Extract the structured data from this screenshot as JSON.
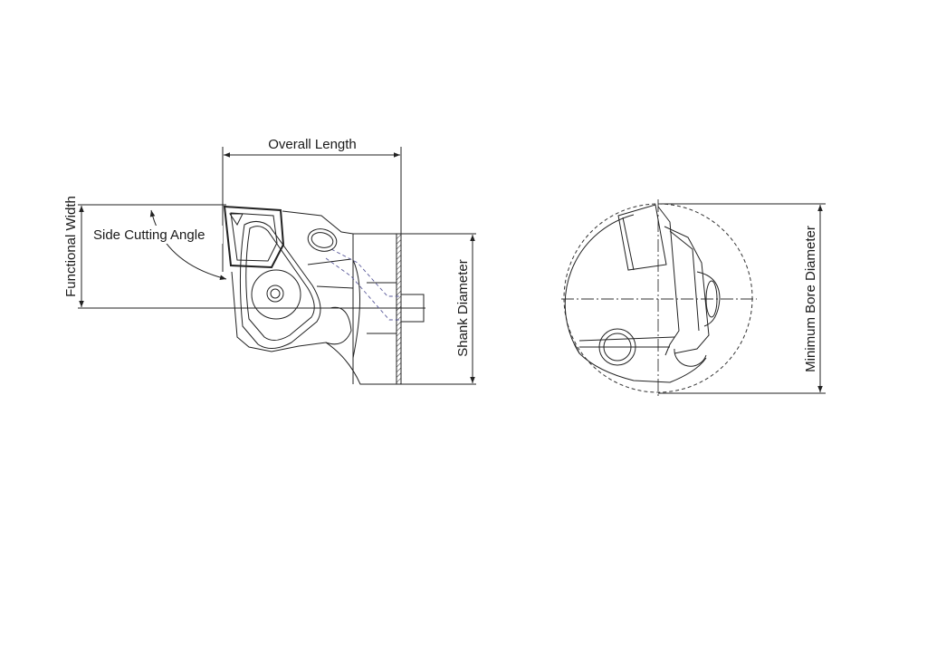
{
  "labels": {
    "overall_length": "Overall Length",
    "functional_width": "Functional Width",
    "side_cutting_angle": "Side Cutting Angle",
    "shank_diameter": "Shank Diameter",
    "minimum_bore_diameter": "Minimum Bore Diameter"
  }
}
